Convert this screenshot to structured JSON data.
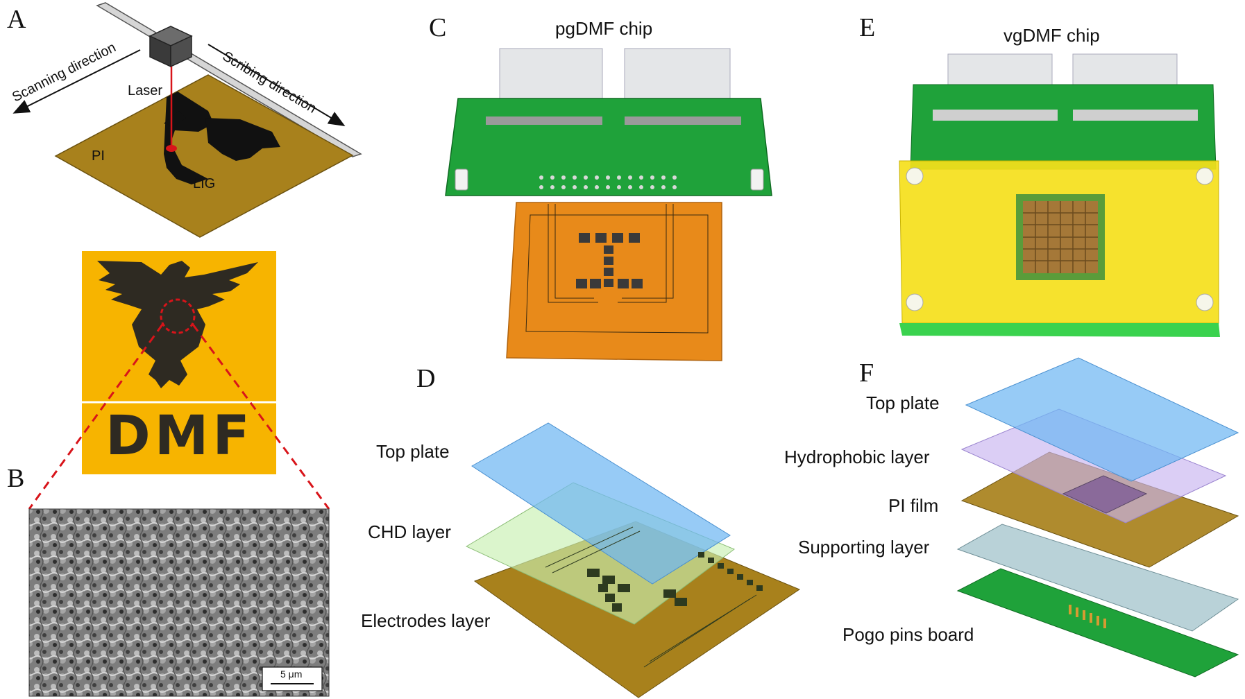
{
  "panels": {
    "A": "A",
    "B": "B",
    "C": "C",
    "D": "D",
    "E": "E",
    "F": "F"
  },
  "panel_a": {
    "scanning": "Scanning direction",
    "scribing": "Scribing direction",
    "laser": "Laser",
    "pi": "PI",
    "lig": "LIG"
  },
  "panel_b": {
    "logo_text": "DMF",
    "scale_bar": "5 μm"
  },
  "panel_c": {
    "title": "pgDMF chip"
  },
  "panel_e": {
    "title": "vgDMF chip"
  },
  "panel_d": {
    "top_plate": "Top plate",
    "chd_layer": "CHD layer",
    "electrodes_layer": "Electrodes layer"
  },
  "panel_f": {
    "top_plate": "Top plate",
    "hydrophobic_layer": "Hydrophobic layer",
    "pi_film": "PI film",
    "supporting_layer": "Supporting layer",
    "pogo_pins_board": "Pogo pins board"
  },
  "colors": {
    "pi_brown": "#a8811c",
    "logo_yellow": "#f7b400",
    "pcb_green": "#1fa23a",
    "top_plate_blue": "#6fb7f2",
    "chd_green": "#c7efb0",
    "hydrophobic_purple": "#c8b4f0",
    "supporting_gray": "#b9d2d8",
    "laser_red": "#d8141a"
  }
}
